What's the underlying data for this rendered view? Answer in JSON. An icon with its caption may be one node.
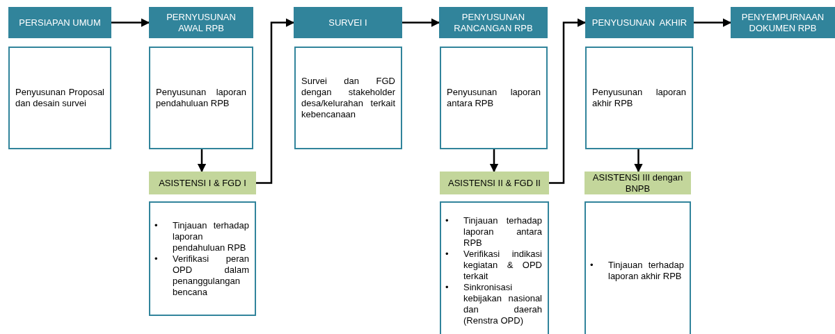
{
  "diagram": {
    "nodes": [
      {
        "text": [
          "PERSIAPAN UMUM"
        ]
      },
      {
        "text": [
          "Penyusunan Proposal dan desain survei"
        ]
      },
      {
        "text": [
          "PERNYUSUNAN AWAL RPB"
        ]
      },
      {
        "text": [
          "Penyusunan laporan pendahuluan RPB"
        ]
      },
      {
        "text": [
          "ASISTENSI I & FGD I"
        ]
      },
      {
        "text": [
          "• Tinjauan terhadap laporan pendahuluan RPB",
          "• Verifikasi peran OPD dalam penanggulangan bencana"
        ]
      },
      {
        "text": [
          "SURVEI I"
        ]
      },
      {
        "text": [
          "Survei dan FGD dengan stakeholder desa/kelurahan terkait kebencanaan"
        ]
      },
      {
        "text": [
          "PENYUSUNAN RANCANGAN RPB"
        ]
      },
      {
        "text": [
          "Penyusunan laporan antara RPB"
        ]
      },
      {
        "text": [
          "ASISTENSI II & FGD II"
        ]
      },
      {
        "text": [
          "• Tinjauan terhadap laporan antara RPB",
          "• Verifikasi indikasi kegiatan & OPD terkait",
          "• Sinkronisasi kebijakan nasional dan daerah (Renstra OPD)"
        ]
      },
      {
        "text": [
          "PENYUSUNAN  AKHIR"
        ]
      },
      {
        "text": [
          "Penyusunan laporan akhir RPB"
        ]
      },
      {
        "text": [
          "ASISTENSI III dengan BNPB"
        ]
      },
      {
        "text": [
          "• Tinjauan terhadap laporan akhir RPB"
        ]
      },
      {
        "text": [
          "PENYEMPURNAAN DOKUMEN RPB"
        ]
      }
    ],
    "edges": [
      {
        "from": 0,
        "to": 2,
        "arrow": "to"
      },
      {
        "from": 3,
        "to": 4,
        "arrow": "to"
      },
      {
        "from": 4,
        "to": 6,
        "arrow": "to"
      },
      {
        "from": 6,
        "to": 8,
        "arrow": "to"
      },
      {
        "from": 9,
        "to": 10,
        "arrow": "to"
      },
      {
        "from": 10,
        "to": 12,
        "arrow": "to"
      },
      {
        "from": 13,
        "to": 14,
        "arrow": "to"
      },
      {
        "from": 12,
        "to": 16,
        "arrow": "to"
      }
    ]
  }
}
